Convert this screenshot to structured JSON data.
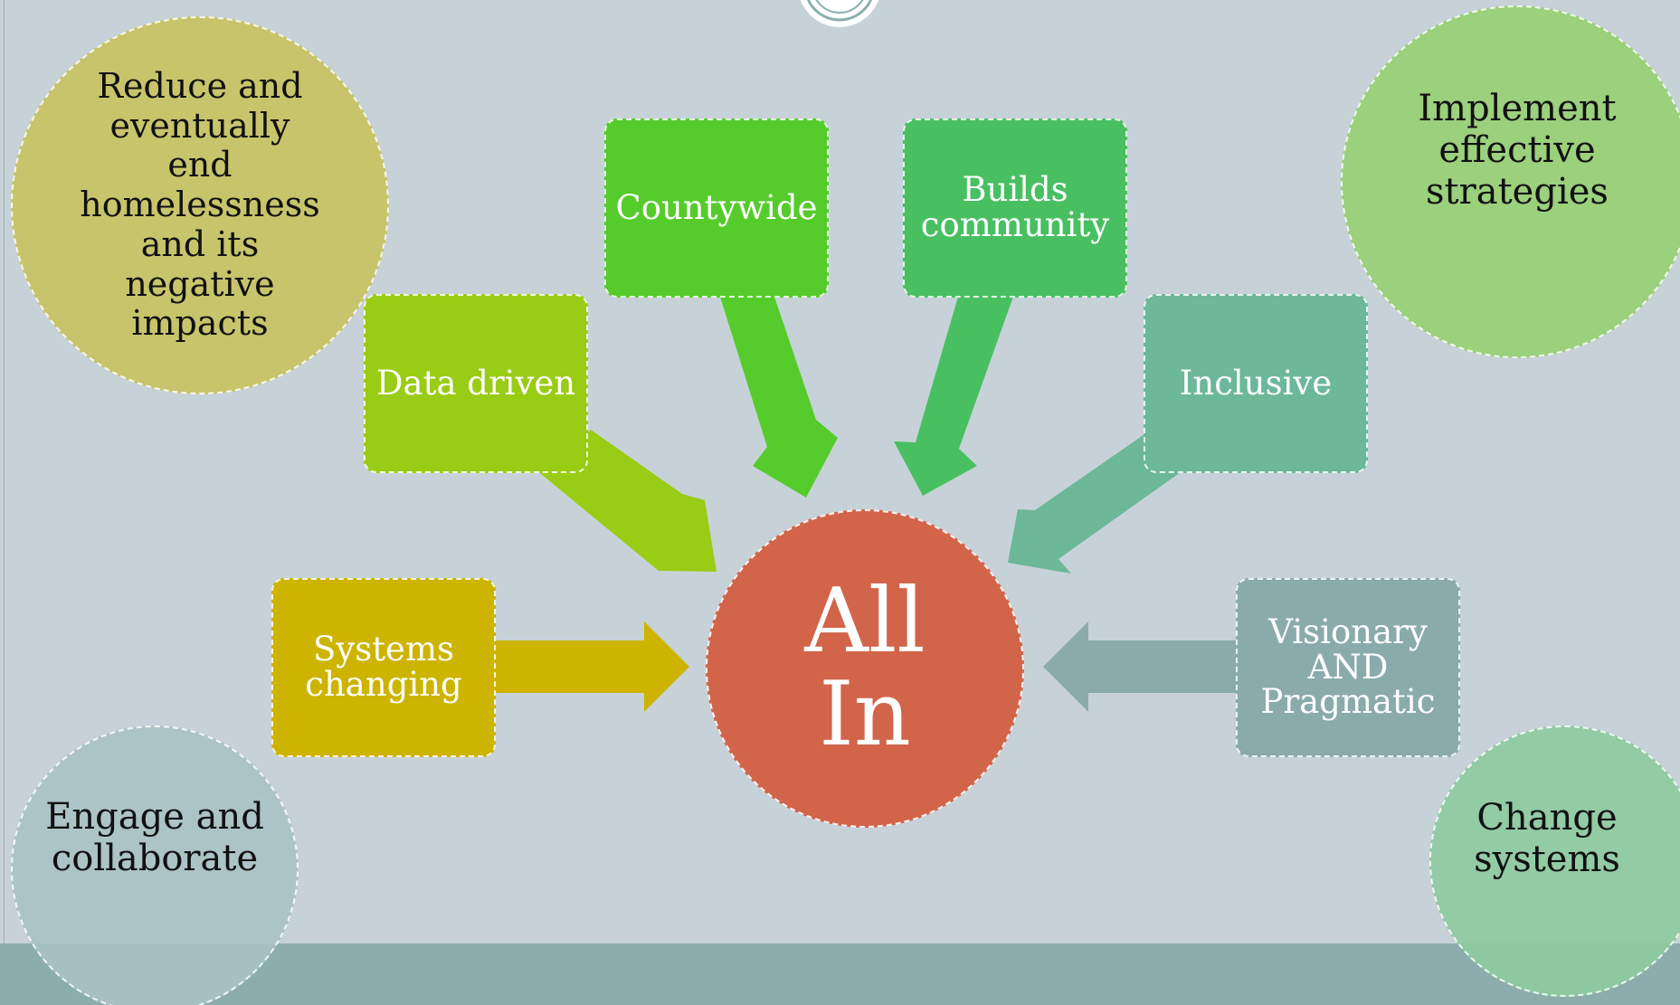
{
  "colors": {
    "background": "#c7d2d8",
    "footer_band": "#8baeac",
    "center": "#d2644a",
    "systems_changing": "#cdb400",
    "data_driven": "#99cc14",
    "countywide": "#55cc2b",
    "builds_community": "#48c062",
    "inclusive": "#6cb899",
    "visionary": "#8aabaa",
    "goal_reduce": "#c8c46b",
    "goal_implement": "#9bd07c",
    "goal_engage": "#a9c2c3",
    "goal_change": "#8dca9f"
  },
  "center": {
    "label_line1": "All",
    "label_line2": "In"
  },
  "values": [
    {
      "id": "systems-changing",
      "lines": [
        "Systems",
        "changing"
      ]
    },
    {
      "id": "data-driven",
      "lines": [
        "Data driven"
      ]
    },
    {
      "id": "countywide",
      "lines": [
        "Countywide"
      ]
    },
    {
      "id": "builds-community",
      "lines": [
        "Builds",
        "community"
      ]
    },
    {
      "id": "inclusive",
      "lines": [
        "Inclusive"
      ]
    },
    {
      "id": "visionary-pragmatic",
      "lines": [
        "Visionary",
        "AND",
        "Pragmatic"
      ]
    }
  ],
  "goals": [
    {
      "id": "reduce-homelessness",
      "lines": [
        "Reduce and",
        "eventually",
        "end",
        "homelessness",
        "and its",
        "negative",
        "impacts"
      ]
    },
    {
      "id": "implement-strategies",
      "lines": [
        "Implement",
        "effective",
        "strategies"
      ]
    },
    {
      "id": "engage-collaborate",
      "lines": [
        "Engage and",
        "collaborate"
      ]
    },
    {
      "id": "change-systems",
      "lines": [
        "Change",
        "systems"
      ]
    }
  ]
}
